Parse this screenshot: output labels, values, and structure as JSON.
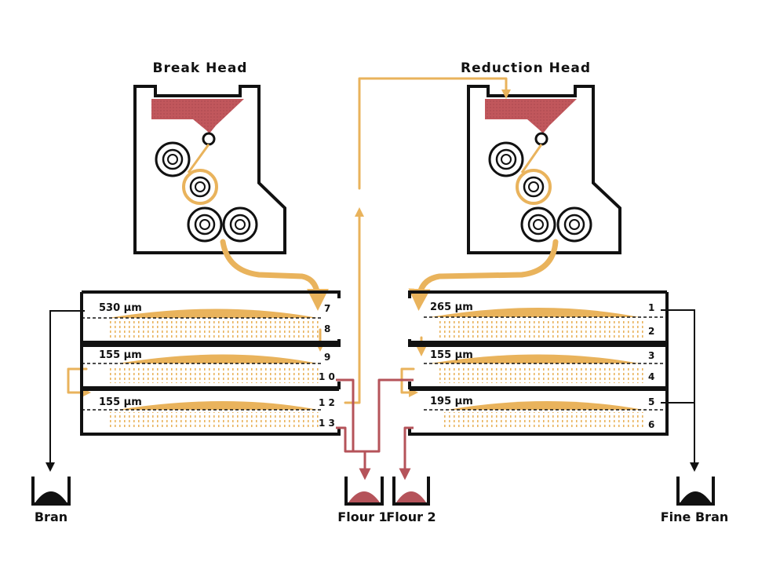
{
  "heads": {
    "break": "Break Head",
    "reduction": "Reduction Head"
  },
  "sieves": {
    "break": [
      "530 µm",
      "155 µm",
      "155 µm"
    ],
    "reduction": [
      "265 µm",
      "155 µm",
      "195 µm"
    ]
  },
  "stream_numbers": {
    "break": [
      "7",
      "8",
      "9",
      "1 0",
      "1 2",
      "1 3"
    ],
    "reduction": [
      "1",
      "2",
      "3",
      "4",
      "5",
      "6"
    ]
  },
  "outputs": {
    "bran": "Bran",
    "flour1": "Flour 1",
    "flour2": "Flour 2",
    "fine_bran": "Fine Bran"
  },
  "colors": {
    "stock": "#e9b35c",
    "flour": "#b5535a",
    "line": "#111111",
    "hopper": "#c1575c"
  }
}
